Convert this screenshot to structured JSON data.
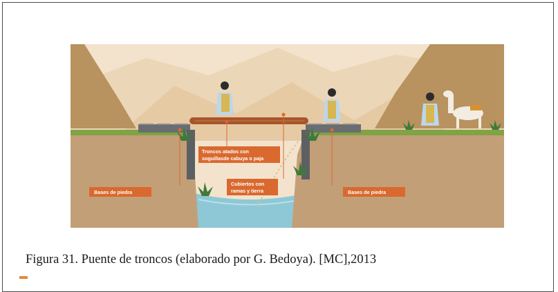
{
  "figure": {
    "caption": "Figura 31. Puente de troncos (elaborado por G. Bedoya). [MC],2013",
    "labels": {
      "base_left": "Bases de piedra",
      "logs_line1": "Troncos atados con",
      "logs_line2": "soguillasde cabuya o paja",
      "covered_line1": "Cubiertos con",
      "covered_line2": "ramas y tierra",
      "base_right": "Bases de piedra"
    },
    "colors": {
      "label_bg": "#d9692f",
      "sky": "#f3e3cc",
      "mountain_far": "#e8cfae",
      "cliff": "#c39f78",
      "grass": "#7fa345",
      "water": "#8ec8d6",
      "log": "#a8552b"
    }
  }
}
